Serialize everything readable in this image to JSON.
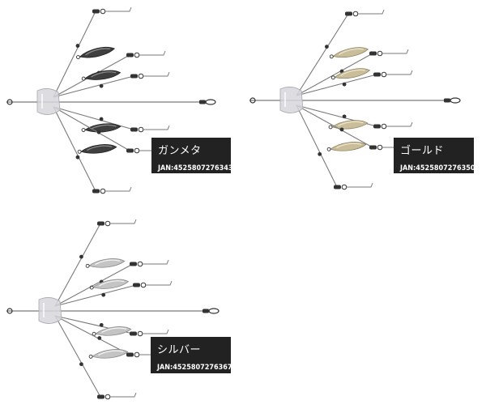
{
  "variants": [
    {
      "id": "gunmetal",
      "name": "ガンメタ",
      "jan": "JAN:4525807276343",
      "blade_fill": "#3f3f3f",
      "blade_highlight": "#8a8a8a",
      "blade_stroke": "#222222"
    },
    {
      "id": "gold",
      "name": "ゴールド",
      "jan": "JAN:4525807276350",
      "blade_fill": "#c9bd9a",
      "blade_highlight": "#ece4cc",
      "blade_stroke": "#8f8461"
    },
    {
      "id": "silver",
      "name": "シルバー",
      "jan": "JAN:4525807276367",
      "blade_fill": "#c4c4c4",
      "blade_highlight": "#f2f2f2",
      "blade_stroke": "#8c8c8c"
    }
  ],
  "colors": {
    "wire": "#7a7a7a",
    "head": "#d6d6dc",
    "hardware": "#333333",
    "label_bg": "#222222",
    "label_text": "#ffffff"
  }
}
